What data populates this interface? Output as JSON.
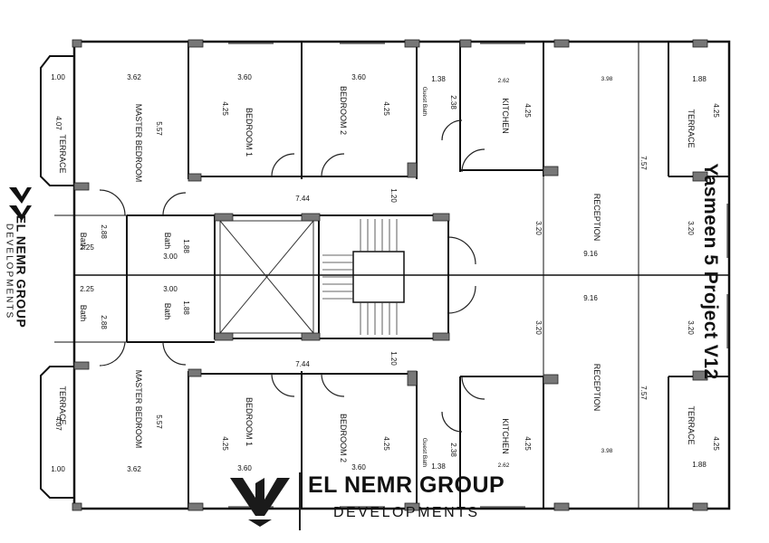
{
  "project_title": "Yasmeen 5 Project V12",
  "logo": {
    "brand": "EL NEMR GROUP",
    "subtitle": "DEVELOPMENTS"
  },
  "rooms_top": {
    "master_bedroom": "MASTER BEDROOM",
    "bedroom_1": "BEDROOM 1",
    "bedroom_2": "BEDROOM 2",
    "guest_bath": "Guest Bath",
    "kitchen": "KITCHEN",
    "terrace_left": "TERRACE",
    "terrace_right": "TERRACE",
    "reception": "RECEPTION",
    "bath_a": "Bath",
    "bath_b": "Bath"
  },
  "rooms_bottom": {
    "master_bedroom": "MASTER BEDROOM",
    "bedroom_1": "BEDROOM 1",
    "bedroom_2": "BEDROOM 2",
    "guest_bath": "Guest Bath",
    "kitchen": "KITCHEN",
    "terrace_left": "TERRACE",
    "terrace_right": "TERRACE",
    "reception": "RECEPTION",
    "bath_a": "Bath",
    "bath_b": "Bath"
  },
  "dims_top": {
    "terrace_w": "1.00",
    "master_w": "3.62",
    "master_d": "5.57",
    "terrace_d": "4.07",
    "bed1_w": "3.60",
    "bed1_d": "4.25",
    "bed2_w": "3.60",
    "bed2_d": "4.25",
    "guest_w": "1.38",
    "guest_d": "2.38",
    "kitchen_w": "2.62",
    "kitchen_d": "4.25",
    "reception_w": "3.98",
    "reception_d": "7.57",
    "terrace_r_w": "1.88",
    "terrace_r_d": "4.25",
    "corridor_w": "7.44",
    "corridor_d": "1.20",
    "bath_w": "2.25",
    "bath_d": "2.88",
    "bath2_w": "3.00",
    "bath2_d": "1.88",
    "rec_lower_d": "3.20",
    "rec_lower_d2": "3.20",
    "rec_lower_w": "9.16"
  },
  "dims_bottom": {
    "terrace_w": "1.00",
    "master_w": "3.62",
    "master_d": "5.57",
    "terrace_d": "4.07",
    "bed1_w": "3.60",
    "bed1_d": "4.25",
    "bed2_w": "3.60",
    "bed2_d": "4.25",
    "guest_w": "1.38",
    "guest_d": "2.38",
    "kitchen_w": "2.62",
    "kitchen_d": "4.25",
    "reception_w": "3.98",
    "reception_d": "7.57",
    "terrace_r_w": "1.88",
    "terrace_r_d": "4.25",
    "corridor_w": "7.44",
    "corridor_d": "1.20",
    "bath_w": "2.25",
    "bath_d": "2.88",
    "bath2_w": "3.00",
    "bath2_d": "1.88",
    "rec_upper_d": "3.20",
    "rec_upper_d2": "3.20",
    "rec_upper_w": "9.16"
  }
}
